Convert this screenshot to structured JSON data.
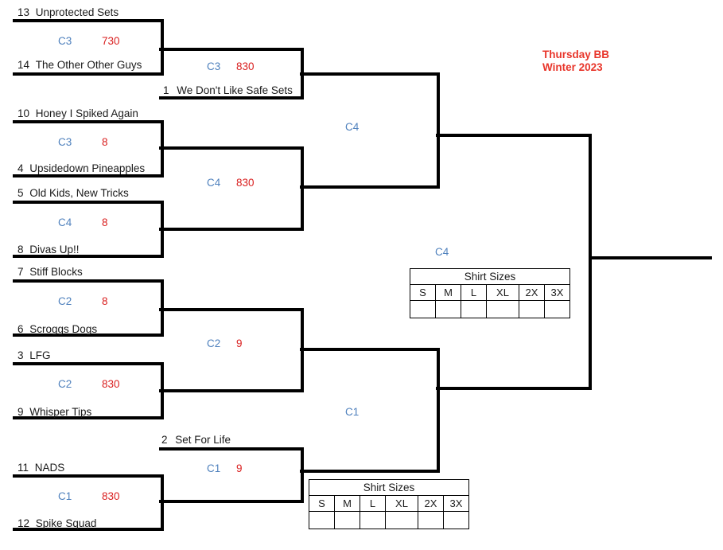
{
  "header": {
    "line1": "Thursday BB",
    "line2": "Winter 2023",
    "color": "#e8352a"
  },
  "colors": {
    "court": "#4f81bd",
    "score": "#d91f1f",
    "line": "#000000",
    "text": "#1a1a1a"
  },
  "round1": [
    {
      "top_seed": "13",
      "top_team": "Unprotected Sets",
      "court": "C3",
      "time": "730",
      "bottom_seed": "14",
      "bottom_team": "The Other Other Guys"
    },
    {
      "top_seed": "10",
      "top_team": "Honey I Spiked Again",
      "court": "C3",
      "time": "8",
      "bottom_seed": "4",
      "bottom_team": "Upsidedown Pineapples"
    },
    {
      "top_seed": "5",
      "top_team": "Old Kids, New Tricks",
      "court": "C4",
      "time": "8",
      "bottom_seed": "8",
      "bottom_team": "Divas Up!!"
    },
    {
      "top_seed": "7",
      "top_team": "Stiff Blocks",
      "court": "C2",
      "time": "8",
      "bottom_seed": "6",
      "bottom_team": "Scroggs Dogs"
    },
    {
      "top_seed": "3",
      "top_team": "LFG",
      "court": "C2",
      "time": "830",
      "bottom_seed": "9",
      "bottom_team": "Whisper Tips"
    },
    {
      "top_seed": "11",
      "top_team": "NADS",
      "court": "C1",
      "time": "830",
      "bottom_seed": "12",
      "bottom_team": "Spike Squad"
    }
  ],
  "round2": [
    {
      "court": "C3",
      "time": "830",
      "bye_seed": "1",
      "bye_team": "We Don't Like Safe Sets"
    },
    {
      "court": "C4",
      "time": "830",
      "bye_seed": "",
      "bye_team": ""
    },
    {
      "court": "C2",
      "time": "9",
      "bye_seed": "",
      "bye_team": ""
    },
    {
      "court": "C1",
      "time": "9",
      "bye_seed": "2",
      "bye_team": "Set For Life"
    }
  ],
  "semifinals": [
    {
      "court": "C4"
    },
    {
      "court": "C1"
    }
  ],
  "final": {
    "court": "C4"
  },
  "shirt_tables": [
    {
      "title": "Shirt Sizes",
      "sizes": [
        "S",
        "M",
        "L",
        "XL",
        "2X",
        "3X"
      ],
      "values": [
        "",
        "",
        "",
        "",
        "",
        ""
      ]
    },
    {
      "title": "Shirt Sizes",
      "sizes": [
        "S",
        "M",
        "L",
        "XL",
        "2X",
        "3X"
      ],
      "values": [
        "",
        "",
        "",
        "",
        "",
        ""
      ]
    }
  ]
}
